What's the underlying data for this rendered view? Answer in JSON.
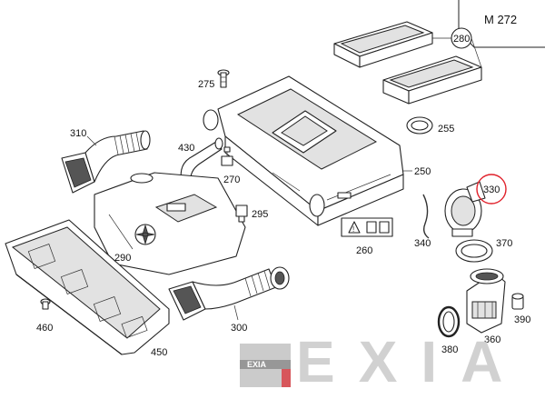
{
  "diagram": {
    "model_label": "M 272",
    "parts": [
      {
        "id": "280",
        "label": "280"
      },
      {
        "id": "275",
        "label": "275"
      },
      {
        "id": "310",
        "label": "310"
      },
      {
        "id": "430",
        "label": "430"
      },
      {
        "id": "270",
        "label": "270"
      },
      {
        "id": "255",
        "label": "255"
      },
      {
        "id": "250",
        "label": "250"
      },
      {
        "id": "330",
        "label": "330"
      },
      {
        "id": "295",
        "label": "295"
      },
      {
        "id": "290",
        "label": "290"
      },
      {
        "id": "260",
        "label": "260"
      },
      {
        "id": "340",
        "label": "340"
      },
      {
        "id": "370",
        "label": "370"
      },
      {
        "id": "460",
        "label": "460"
      },
      {
        "id": "300",
        "label": "300"
      },
      {
        "id": "390",
        "label": "390"
      },
      {
        "id": "380",
        "label": "380"
      },
      {
        "id": "360",
        "label": "360"
      },
      {
        "id": "450",
        "label": "450"
      }
    ],
    "highlighted_part": "330",
    "highlight_color": "#e0202a",
    "watermark": {
      "text": "EXIA",
      "logo_text": "EXIA",
      "color": "#c9c9c9",
      "accent_color": "#d9383f"
    }
  }
}
